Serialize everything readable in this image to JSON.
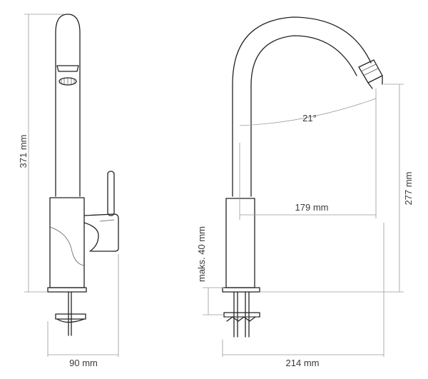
{
  "dimensions": {
    "total_height": "371 mm",
    "base_width": "90 mm",
    "spout_height": "277 mm",
    "spout_reach": "179 mm",
    "total_depth": "214 mm",
    "max_countertop": "maks. 40 mm",
    "swivel_angle": "21°"
  },
  "colors": {
    "line": "#222222",
    "dimension_line": "#9a9a9a",
    "text": "#3a3a3a"
  }
}
